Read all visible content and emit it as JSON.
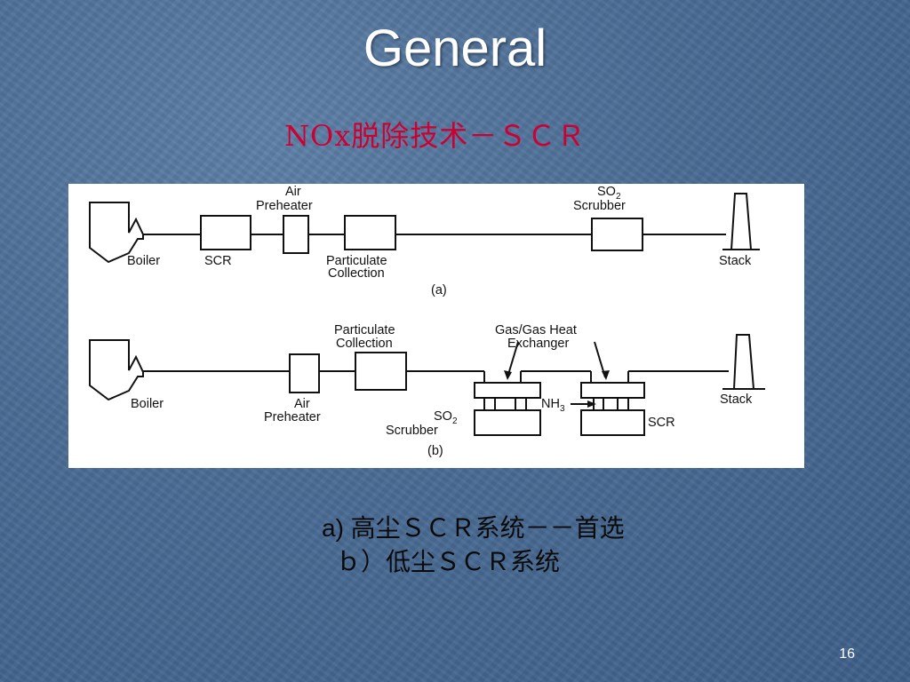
{
  "slide": {
    "title": "General",
    "subtitle": "NOx脱除技术－ＳＣＲ",
    "page_number": "16"
  },
  "diagram": {
    "a": {
      "label": "(a)",
      "boiler": "Boiler",
      "scr": "SCR",
      "air_preheater": [
        "Air",
        "Preheater"
      ],
      "particulate": [
        "Particulate",
        "Collection"
      ],
      "so2_scrubber": [
        "SO",
        "2",
        "Scrubber"
      ],
      "stack": "Stack"
    },
    "b": {
      "label": "(b)",
      "boiler": "Boiler",
      "air_preheater": [
        "Air",
        "Preheater"
      ],
      "particulate": [
        "Particulate",
        "Collection"
      ],
      "heat_exchanger": [
        "Gas/Gas Heat",
        "Exchanger"
      ],
      "nh3": [
        "NH",
        "3"
      ],
      "so2_scrubber": [
        "SO",
        "2",
        "Scrubber"
      ],
      "scr": "SCR",
      "stack": "Stack"
    }
  },
  "captions": {
    "a": "a) 高尘ＳＣＲ系统－－首选",
    "b": "ｂ）低尘ＳＣＲ系统"
  }
}
